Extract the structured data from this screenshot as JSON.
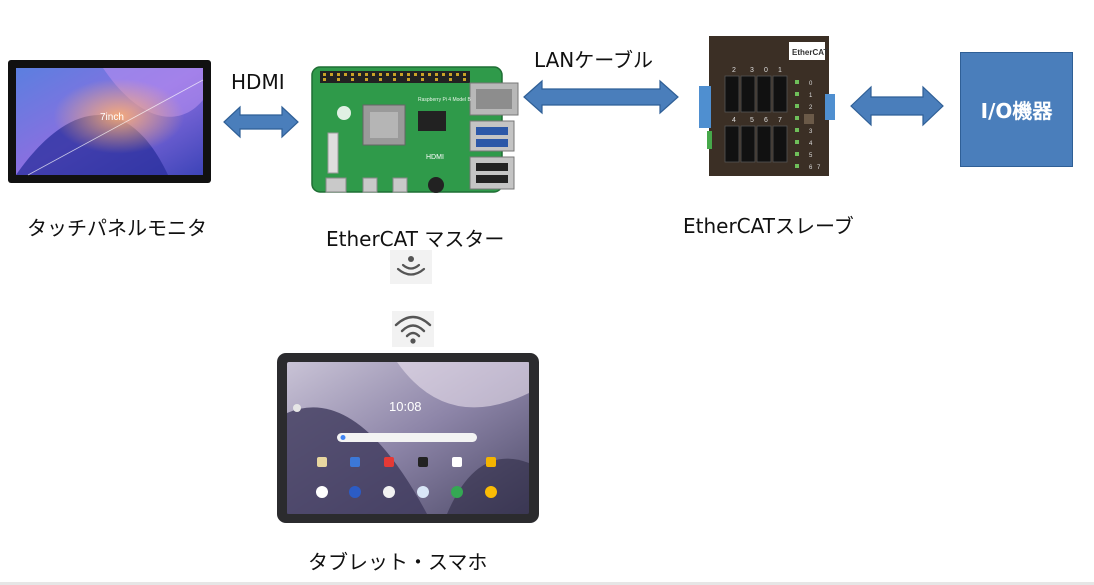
{
  "labels": {
    "hdmi": "HDMI",
    "lan_cable": "LANケーブル",
    "touch_panel_monitor": "タッチパネルモニタ",
    "ethercat_master": "EtherCAT マスター",
    "ethercat_slave": "EtherCATスレーブ",
    "io_device": "I/O機器",
    "tablet_smartphone": "タブレット・スマホ"
  },
  "monitor_screen_text": "7inch",
  "tablet_clock": "10:08",
  "board_text": {
    "model": "Raspberry Pi 4 Model B",
    "hdmi": "HDMI"
  },
  "slave_text": {
    "logo": "EtherCAT",
    "top_numbers": [
      "2",
      "3",
      "0",
      "1"
    ],
    "bottom_numbers": [
      "4",
      "5",
      "6",
      "7"
    ],
    "side_numbers": [
      "0",
      "1",
      "2",
      "3",
      "4",
      "5",
      "6",
      "7"
    ]
  },
  "colors": {
    "arrow_fill": "#4a7ebb",
    "arrow_stroke": "#2f5f96",
    "io_box_fill": "#4a7ebb",
    "io_box_text": "#ffffff"
  },
  "icons": {
    "broadcast": "wireless-broadcast-icon",
    "wifi": "wifi-icon"
  }
}
